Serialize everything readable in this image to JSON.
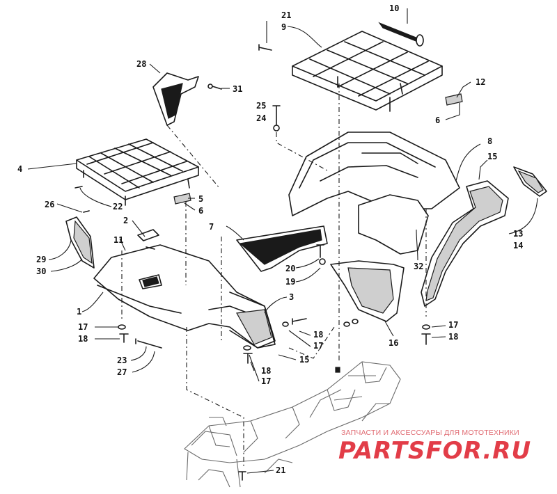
{
  "diagram": {
    "callouts": [
      "1",
      "2",
      "3",
      "4",
      "5",
      "6",
      "7",
      "8",
      "9",
      "10",
      "11",
      "12",
      "13",
      "14",
      "15",
      "16",
      "17",
      "18",
      "19",
      "20",
      "21",
      "22",
      "23",
      "24",
      "25",
      "26",
      "27",
      "28",
      "29",
      "30",
      "31",
      "32"
    ],
    "labels": {
      "c1": "1",
      "c2": "2",
      "c3": "3",
      "c4": "4",
      "c5": "5",
      "c6a": "6",
      "c6b": "6",
      "c7": "7",
      "c8": "8",
      "c9": "9",
      "c10": "10",
      "c11": "11",
      "c12": "12",
      "c13": "13",
      "c14": "14",
      "c15a": "15",
      "c15b": "15",
      "c16": "16",
      "c17a": "17",
      "c17b": "17",
      "c17c": "17",
      "c17d": "17",
      "c18a": "18",
      "c18b": "18",
      "c18c": "18",
      "c18d": "18",
      "c19": "19",
      "c20": "20",
      "c21a": "21",
      "c21b": "21",
      "c22": "22",
      "c23": "23",
      "c24": "24",
      "c25": "25",
      "c26": "26",
      "c27": "27",
      "c28": "28",
      "c29": "29",
      "c30": "30",
      "c31": "31",
      "c32": "32"
    }
  },
  "watermark": {
    "subtitle": "ЗАПЧАСТИ И АКСЕССУАРЫ ДЛЯ МОТОТЕХНИКИ",
    "logo": "PARTSFOR.RU",
    "color": "#e23d48"
  }
}
